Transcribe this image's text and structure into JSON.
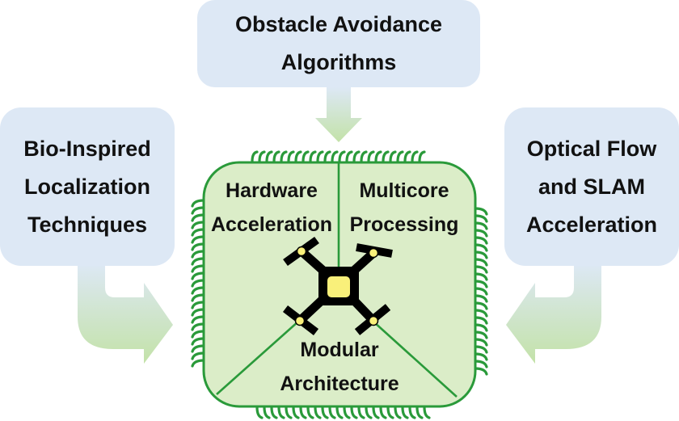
{
  "diagram": {
    "title": "Nano-drone autonomous navigation research areas",
    "outer_boxes": {
      "top": {
        "lines": [
          "Obstacle Avoidance",
          "Algorithms"
        ]
      },
      "left": {
        "lines": [
          "Bio-Inspired",
          "Localization",
          "Techniques"
        ]
      },
      "right": {
        "lines": [
          "Optical Flow",
          "and SLAM",
          "Acceleration"
        ]
      }
    },
    "center": {
      "sections": {
        "top_left": {
          "lines": [
            "Hardware",
            "Acceleration"
          ]
        },
        "top_right": {
          "lines": [
            "Multicore",
            "Processing"
          ]
        },
        "bottom": {
          "lines": [
            "Modular",
            "Architecture"
          ]
        }
      },
      "icon": "quadrotor-drone-icon"
    },
    "arrows": [
      {
        "from": "top",
        "to": "center",
        "direction": "down"
      },
      {
        "from": "left",
        "to": "center",
        "direction": "right"
      },
      {
        "from": "right",
        "to": "center",
        "direction": "left"
      }
    ],
    "colors": {
      "outer_box_fill": "#dde8f5",
      "center_fill": "#dbedc8",
      "center_stroke": "#2a9a3a",
      "arrow_start": "#dde8f5",
      "arrow_end": "#c6e3ad",
      "drone_body": "#000000",
      "drone_accent": "#f9f07a"
    }
  }
}
